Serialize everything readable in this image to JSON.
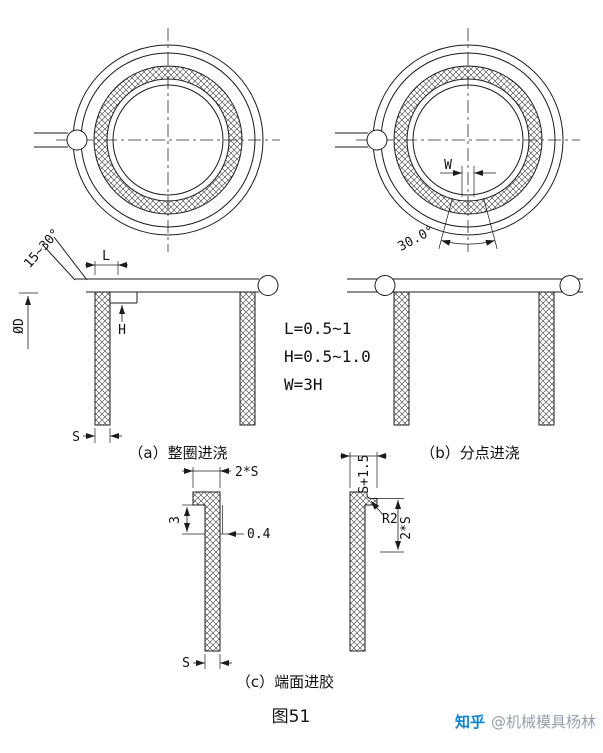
{
  "figure": {
    "caption": "图51",
    "watermark": {
      "brand": "知乎",
      "handle": "@机械模具杨林"
    }
  },
  "colors": {
    "line": "#1c1c1c",
    "watermark_brand": "#0b84d8",
    "watermark_handle": "#93a0ad"
  },
  "notes": {
    "line1": "L=0.5~1",
    "line2": "H=0.5~1.0",
    "line3": "W=3H"
  },
  "view_a": {
    "label": "（a）整圈进浇",
    "dims": {
      "taper": "15~30°",
      "land": "L",
      "depth": "H",
      "sprue_dia": "ØD",
      "wall": "S"
    }
  },
  "view_b": {
    "label": "（b）分点进浇",
    "dims": {
      "gate_width": "W",
      "angle": "30.0°"
    }
  },
  "view_c": {
    "label": "（c）端面进胶",
    "dims": {
      "flange_top": "2*S",
      "flange_side": "S+1.5",
      "radius": "R2",
      "flange_right": "2*S",
      "gate_thk": "0.4",
      "land": "3",
      "wall": "S"
    }
  }
}
